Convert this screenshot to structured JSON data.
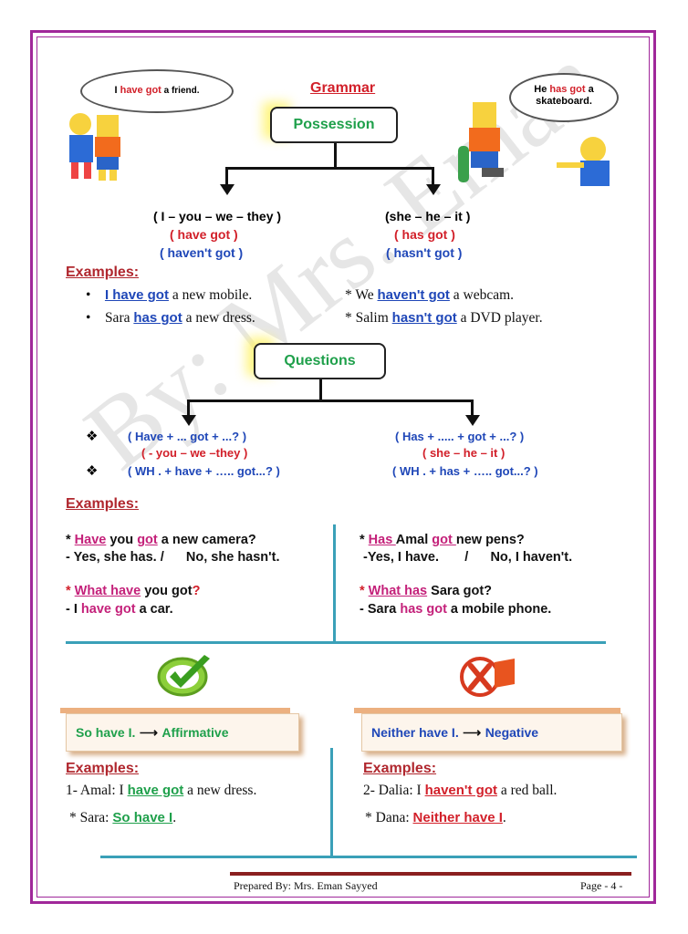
{
  "page": {
    "title": "Grammar",
    "possession_box": "Possession",
    "bubble_left": {
      "a": "I ",
      "b": "have got",
      "c": " a  friend."
    },
    "bubble_right": {
      "a": "He ",
      "b": "has got",
      "c": " a",
      "d": "skateboard."
    },
    "left_col": {
      "pronouns": "( I – you – we – they )",
      "positive": "( have got )",
      "negative": "( haven't got )"
    },
    "right_col": {
      "pronouns": "(she – he – it )",
      "positive": "( has got )",
      "negative": "( hasn't got )"
    },
    "examples_label": "Examples:",
    "examples1": {
      "left1": {
        "bullet": "•",
        "u": "I have got",
        "rest": " a new mobile."
      },
      "left2": {
        "bullet": "•",
        "pre": "Sara ",
        "u": "has got",
        "rest": " a new dress."
      },
      "right1": {
        "pre": "* We ",
        "u": "haven't got",
        "rest": " a webcam."
      },
      "right2": {
        "pre": "* Salim ",
        "u": "hasn't got",
        "rest": " a DVD player."
      }
    },
    "questions_box": "Questions",
    "q_left": {
      "diamond": "❖",
      "line1": "( Have + ... got + ...? )",
      "line2": "( - you – we –they )",
      "line3": "( WH . +   have + ….. got...? )"
    },
    "q_right": {
      "line1": "( Has + ..... + got + ...? )",
      "line2": "( she – he – it )",
      "line3": "( WH . +   has + ….. got...? )"
    },
    "examples2": {
      "l1": {
        "a": "* ",
        "b": "Have",
        "c": " you ",
        "d": "got",
        "e": " a new camera?"
      },
      "l2": {
        "a": "- Yes, she has.   /",
        "b": "No, she hasn't."
      },
      "l3": {
        "a": "* ",
        "b": "What have",
        "c": " you got",
        "d": "?"
      },
      "l4": {
        "a": "- I ",
        "b": "have got",
        "c": " a car."
      },
      "r1": {
        "a": "* ",
        "b": "Has ",
        "c": "Amal ",
        "d": "got ",
        "e": "new pens?"
      },
      "r2": {
        "a": "-Yes, I have.",
        "b": "/",
        "c": "No, I haven't."
      },
      "r3": {
        "a": "* ",
        "b": "What has",
        "c": " Sara got?"
      },
      "r4": {
        "a": "- Sara ",
        "b": "has got",
        "c": " a mobile phone."
      }
    },
    "affirmative_panel": {
      "a": "So have I.",
      "arrow": "⟶",
      "b": "Affirmative"
    },
    "negative_panel": {
      "a": "Neither have I.",
      "arrow": "⟶",
      "b": "Negative"
    },
    "examples3": {
      "left1": {
        "pre": "1- Amal: I ",
        "u": "have got",
        "rest": " a new dress."
      },
      "left2": {
        "pre": "* Sara: ",
        "u": "So have I",
        "rest": "."
      },
      "right1": {
        "pre": "2- Dalia: I ",
        "u": "haven't got",
        "rest": " a red ball."
      },
      "right2": {
        "pre": "* Dana: ",
        "u": "Neither have I",
        "rest": "."
      }
    },
    "footer": {
      "prepared": "Prepared By: Mrs. Eman Sayyed",
      "page": "Page - 4 -"
    },
    "watermark": "By: Mrs. Eman",
    "icons": {
      "check": "check-icon",
      "cross": "cross-icon"
    },
    "colors": {
      "border": "#a0279a",
      "red": "#d2202a",
      "blue": "#1f47b8",
      "green": "#1fa04b",
      "magenta": "#c4217a",
      "teal": "#3aa0b8"
    }
  }
}
